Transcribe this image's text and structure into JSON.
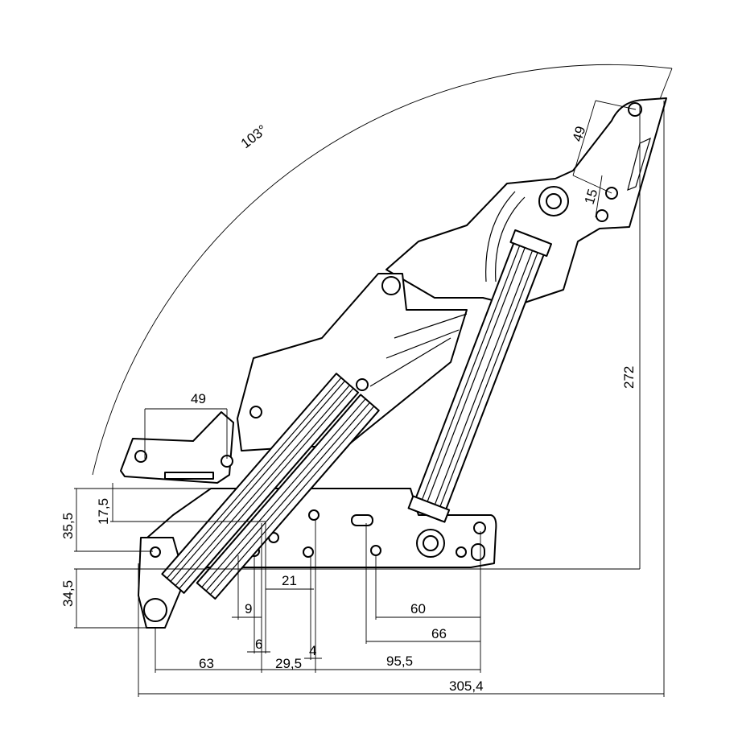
{
  "drawing": {
    "angle_label": "103°",
    "dimensions": {
      "overall_width": "305,4",
      "overall_height": "272",
      "upper_link_length": "49",
      "upper_hole_offset": "15",
      "lower_link_length": "49",
      "h_17_5": "17,5",
      "h_35_5": "35,5",
      "h_34_5": "34,5",
      "d_21": "21",
      "d_9": "9",
      "d_6": "6",
      "d_4": "4",
      "d_63": "63",
      "d_29_5": "29,5",
      "d_95_5": "95,5",
      "d_60": "60",
      "d_66": "66"
    }
  }
}
